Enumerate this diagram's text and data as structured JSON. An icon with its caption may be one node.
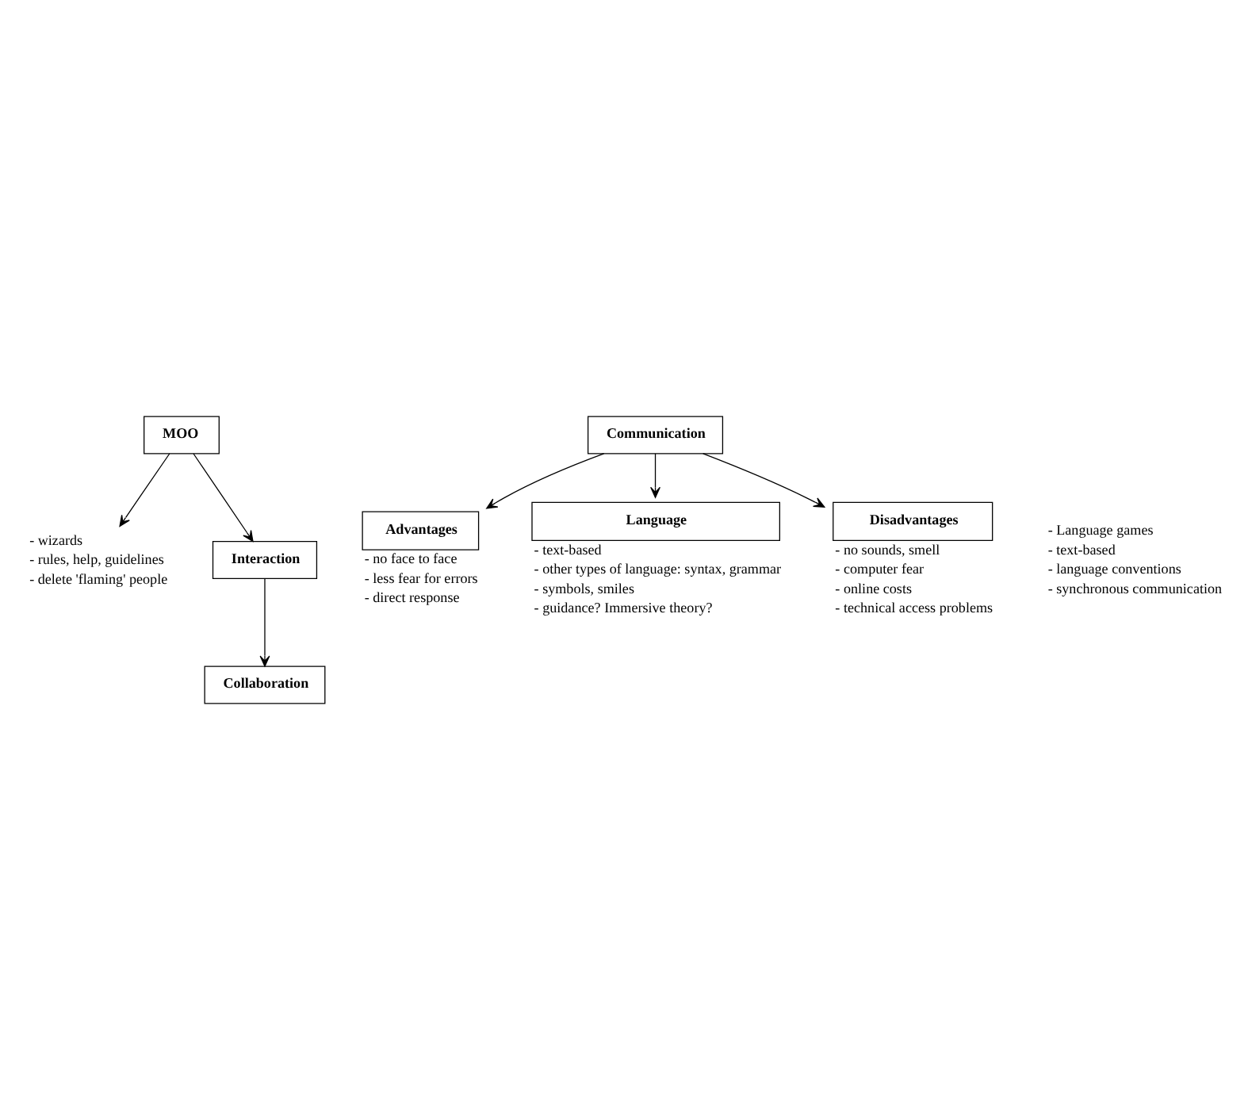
{
  "diagram": {
    "nodes": [
      {
        "text": [
          "MOO"
        ]
      },
      {
        "text": [
          "- wizards",
          "- rules, help, guidelines",
          "- delete 'flaming' people"
        ]
      },
      {
        "text": [
          "Communication"
        ]
      },
      {
        "text": [
          "Advantages"
        ],
        "beside": [
          "- no face to face",
          "- less fear for errors",
          "- direct response"
        ]
      },
      {
        "text": [
          "Language"
        ],
        "beside": [
          "- text-based",
          "- other types of language: syntax, grammar",
          "- symbols, smiles",
          "- guidance? Immersive theory?"
        ]
      },
      {
        "text": [
          "Disadvantages"
        ],
        "beside": [
          "- no sounds, smell",
          "- computer fear",
          "- online costs",
          "- technical access problems"
        ]
      },
      {
        "text": [
          "Interaction"
        ]
      },
      {
        "text": [
          "Collaboration"
        ]
      }
    ],
    "edges": [
      {
        "from": 0,
        "to": 1,
        "arrow": "to"
      },
      {
        "from": 0,
        "to": 6,
        "arrow": "to"
      },
      {
        "from": 2,
        "to": 3,
        "arrow": "to"
      },
      {
        "from": 2,
        "to": 5,
        "arrow": "to"
      },
      {
        "from": 2,
        "to": 4,
        "arrow": "to"
      },
      {
        "from": 6,
        "to": 7,
        "arrow": "to"
      }
    ],
    "labels": [
      "- Language games",
      "- text-based",
      "- language conventions",
      "- synchronous communication"
    ]
  }
}
